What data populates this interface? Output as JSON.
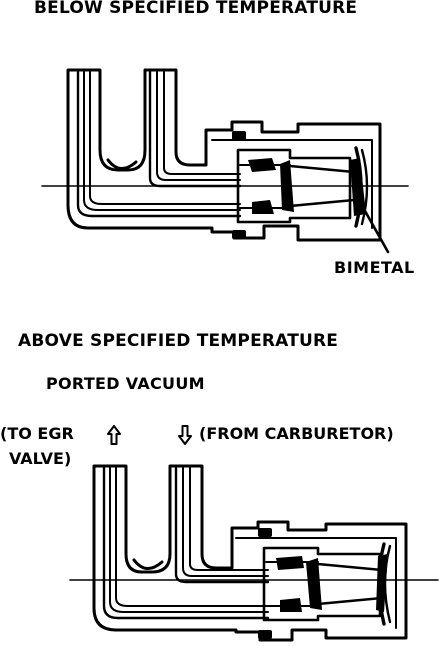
{
  "labels": {
    "below_title": "BELOW SPECIFIED TEMPERATURE",
    "bimetal": "BIMETAL",
    "above_title": "ABOVE SPECIFIED TEMPERATURE",
    "ported_vacuum": "PORTED VACUUM",
    "to_egr_line1": "(TO EGR",
    "to_egr_line2": "VALVE)",
    "from_carburetor": "(FROM CARBURETOR)"
  },
  "colors": {
    "ink": "#000000",
    "paper": "#ffffff"
  },
  "icons": {
    "up_arrow": "arrow-up-icon",
    "down_arrow": "arrow-down-icon"
  }
}
